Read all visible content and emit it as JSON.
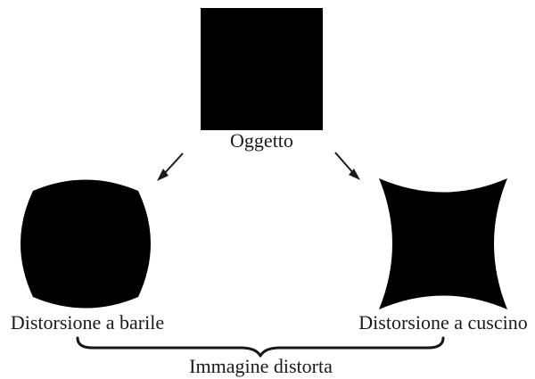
{
  "diagram": {
    "object": {
      "label": "Oggetto",
      "shape": "square"
    },
    "barrel": {
      "label": "Distorsione a barile",
      "shape": "barrel-distorted-square"
    },
    "pincushion": {
      "label": "Distorsione a cuscino",
      "shape": "pincushion-distorted-square"
    },
    "group": {
      "label": "Immagine distorta"
    },
    "colors": {
      "shape_fill": "#000000",
      "text": "#1a1a1a",
      "background": "#ffffff"
    }
  }
}
